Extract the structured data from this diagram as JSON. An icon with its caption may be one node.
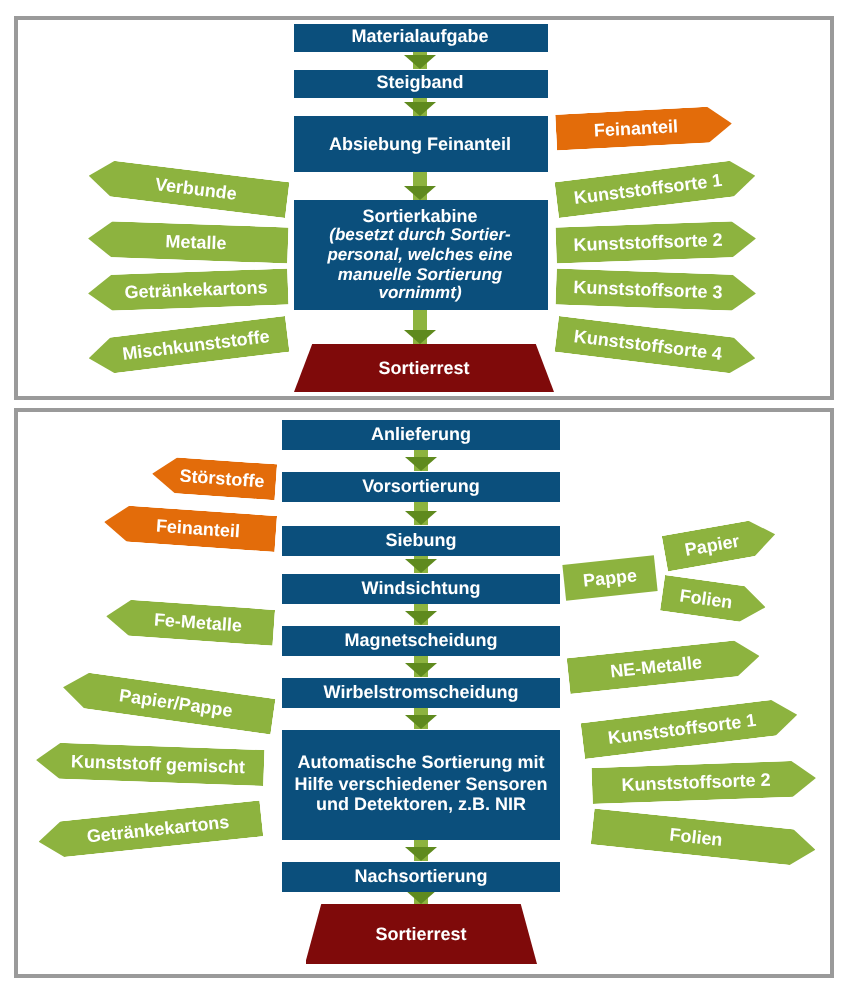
{
  "diagram": {
    "nodes": [
      {
        "text": [
          "Materialaufgabe"
        ]
      },
      {
        "text": [
          "Steigband"
        ]
      },
      {
        "text": [
          "Absiebung Feinanteil"
        ]
      },
      {
        "text": [
          "Feinanteil"
        ]
      },
      {
        "text": [
          "Verbunde"
        ]
      },
      {
        "text": [
          "Kunststoffsorte 1"
        ]
      },
      {
        "text": [
          "Metalle"
        ]
      },
      {
        "text": [
          "Sortierkabine",
          "(besetzt durch Sortier-personal, welches eine manuelle Sortierung vornimmt)"
        ]
      },
      {
        "text": [
          "Kunststoffsorte 2"
        ]
      },
      {
        "text": [
          "Getränkekartons"
        ]
      },
      {
        "text": [
          "Kunststoffsorte 3"
        ]
      },
      {
        "text": [
          "Mischkunststoffe"
        ]
      },
      {
        "text": [
          "Kunststoffsorte 4"
        ]
      },
      {
        "text": [
          "Sortierrest"
        ]
      },
      {
        "text": [
          "Anlieferung"
        ]
      },
      {
        "text": [
          "Störstoffe"
        ]
      },
      {
        "text": [
          "Vorsortierung"
        ]
      },
      {
        "text": [
          "Feinanteil"
        ]
      },
      {
        "text": [
          "Siebung"
        ]
      },
      {
        "text": [
          "Papier"
        ]
      },
      {
        "text": [
          "Pappe"
        ]
      },
      {
        "text": [
          "Windsichtung"
        ]
      },
      {
        "text": [
          "Folien"
        ]
      },
      {
        "text": [
          "Fe-Metalle"
        ]
      },
      {
        "text": [
          "Magnetscheidung"
        ]
      },
      {
        "text": [
          "NE-Metalle"
        ]
      },
      {
        "text": [
          "Papier/Pappe"
        ]
      },
      {
        "text": [
          "Wirbelstromscheidung"
        ]
      },
      {
        "text": [
          "Kunststoffsorte 1"
        ]
      },
      {
        "text": [
          "Automatische Sortierung mit Hilfe verschiedener Sensoren und Detektoren, z.B. NIR"
        ]
      },
      {
        "text": [
          "Kunststoff gemischt"
        ]
      },
      {
        "text": [
          "Kunststoffsorte 2"
        ]
      },
      {
        "text": [
          "Getränkekartons"
        ]
      },
      {
        "text": [
          "Folien"
        ]
      },
      {
        "text": [
          "Nachsortierung"
        ]
      },
      {
        "text": [
          "Sortierrest"
        ]
      }
    ],
    "edges": [
      {
        "from": 0,
        "to": 1,
        "arrow": "to"
      },
      {
        "from": 1,
        "to": 2,
        "arrow": "to"
      },
      {
        "from": 2,
        "to": 7,
        "arrow": "to"
      },
      {
        "from": 7,
        "to": 13,
        "arrow": "to"
      },
      {
        "from": 14,
        "to": 16,
        "arrow": "to"
      },
      {
        "from": 16,
        "to": 18,
        "arrow": "to"
      },
      {
        "from": 18,
        "to": 21,
        "arrow": "to"
      },
      {
        "from": 21,
        "to": 24,
        "arrow": "to"
      },
      {
        "from": 24,
        "to": 27,
        "arrow": "to"
      },
      {
        "from": 27,
        "to": 29,
        "arrow": "to"
      },
      {
        "from": 29,
        "to": 34,
        "arrow": "to"
      },
      {
        "from": 34,
        "to": 35,
        "arrow": "to"
      }
    ]
  }
}
